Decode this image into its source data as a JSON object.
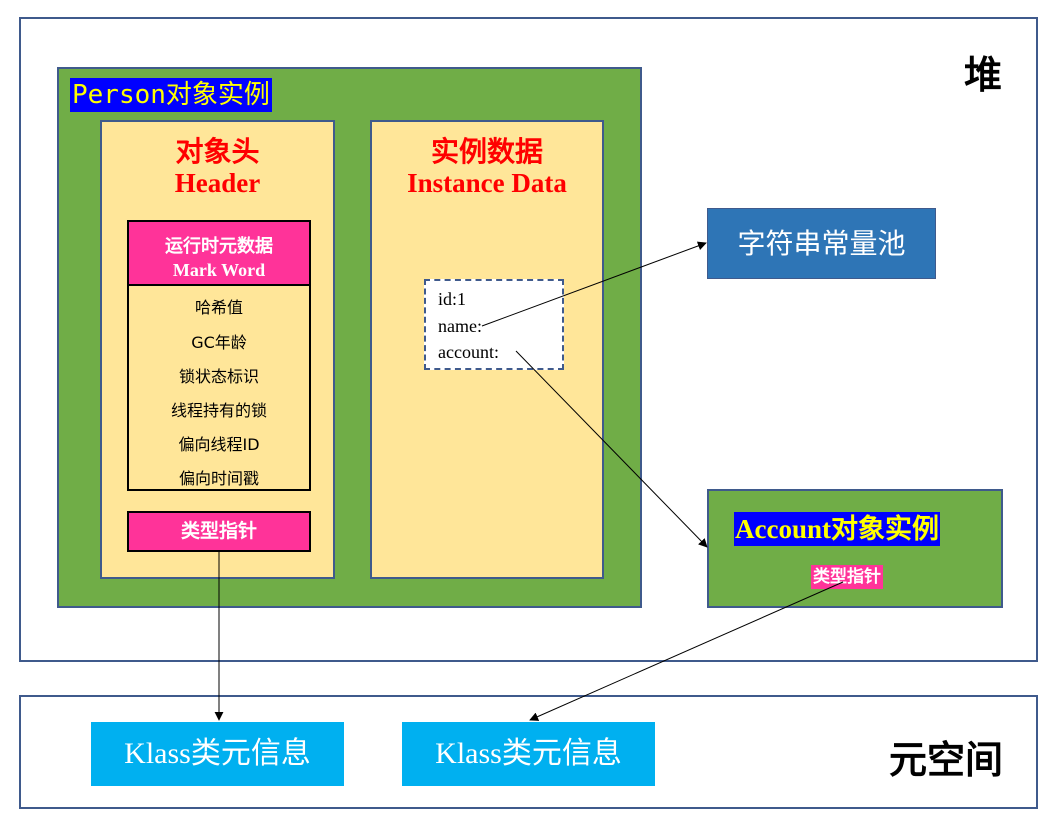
{
  "regions": {
    "heap_label": "堆",
    "metaspace_label": "元空间"
  },
  "person": {
    "title": "Person对象实例",
    "header": {
      "title_cn": "对象头",
      "title_en": "Header",
      "mark_word": {
        "title_cn": "运行时元数据",
        "title_en": "Mark Word",
        "items": [
          "哈希值",
          "GC年龄",
          "锁状态标识",
          "线程持有的锁",
          "偏向线程ID",
          "偏向时间戳"
        ]
      },
      "type_pointer": "类型指针"
    },
    "instance_data": {
      "title_cn": "实例数据",
      "title_en": "Instance Data",
      "fields": [
        "id:1",
        "name:",
        "account:"
      ]
    }
  },
  "string_pool": "字符串常量池",
  "account": {
    "title": "Account对象实例",
    "type_pointer": "类型指针"
  },
  "klass": [
    "Klass类元信息",
    "Klass类元信息"
  ],
  "colors": {
    "object_green": "#70ad47",
    "section_yellow": "#ffe699",
    "pink": "#ff3399",
    "title_red": "#ff0000",
    "pool_blue": "#2e75b6",
    "klass_cyan": "#00b0f0",
    "label_blue": "#0000ff",
    "label_yellow": "#ffff00"
  }
}
